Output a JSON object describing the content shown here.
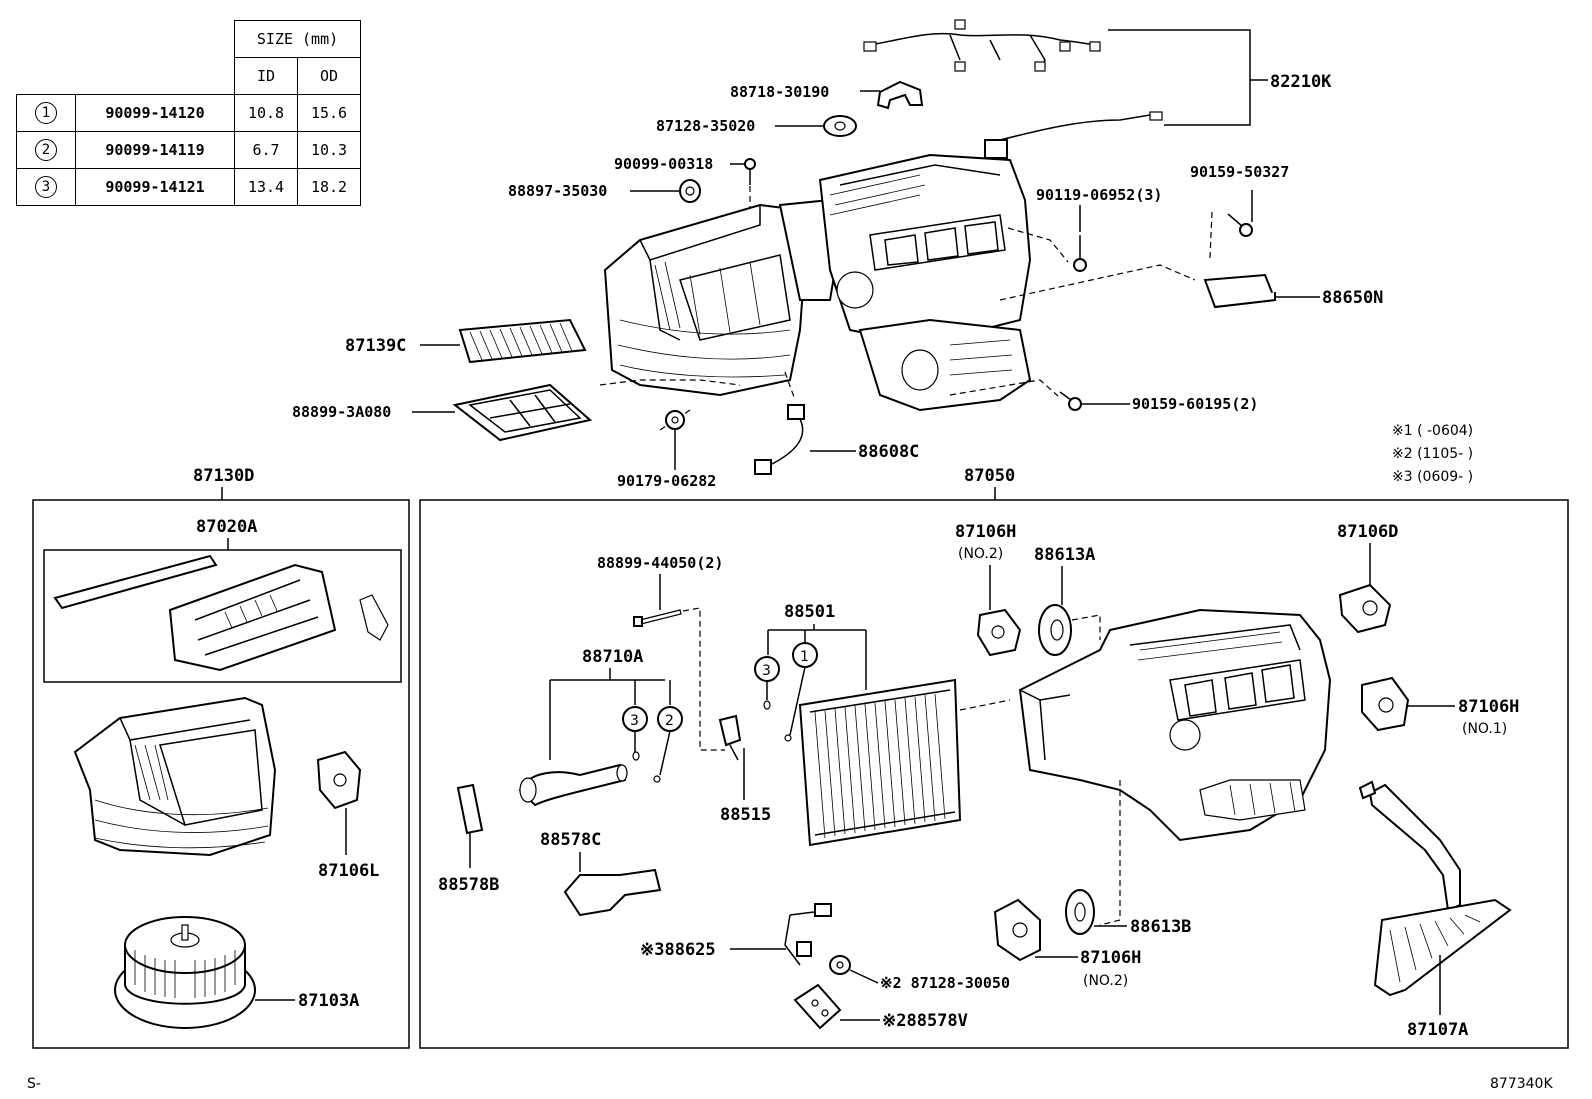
{
  "size_table": {
    "header_size": "SIZE (mm)",
    "header_id": "ID",
    "header_od": "OD",
    "rows": [
      {
        "idx": "1",
        "part": "90099-14120",
        "id": "10.8",
        "od": "15.6"
      },
      {
        "idx": "2",
        "part": "90099-14119",
        "id": "6.7",
        "od": "10.3"
      },
      {
        "idx": "3",
        "part": "90099-14121",
        "id": "13.4",
        "od": "18.2"
      }
    ]
  },
  "notes": {
    "n1": "※1 (     -0604)",
    "n2": "※2 (1105-     )",
    "n3": "※3 (0609-     )"
  },
  "footer": {
    "left": "S-",
    "right": "877340K"
  },
  "labels": {
    "p82210K": "82210K",
    "p88718_30190": "88718-30190",
    "p87128_35020": "87128-35020",
    "p90099_00318": "90099-00318",
    "p88897_35030": "88897-35030",
    "p90119_06952": "90119-06952(3)",
    "p90159_50327": "90159-50327",
    "p88650N": "88650N",
    "p87139C": "87139C",
    "p88899_3A080": "88899-3A080",
    "p90159_60195": "90159-60195(2)",
    "p88608C": "88608C",
    "p90179_06282": "90179-06282",
    "p87130D": "87130D",
    "p87020A": "87020A",
    "p87106L": "87106L",
    "p87103A": "87103A",
    "p87050": "87050",
    "p88899_44050": "88899-44050(2)",
    "p88501": "88501",
    "p87106H_top": "87106H",
    "no2_top": "(NO.2)",
    "p88613A": "88613A",
    "p87106D": "87106D",
    "p88710A": "88710A",
    "p87106H_right": "87106H",
    "no1_right": "(NO.1)",
    "p88515": "88515",
    "p88578C": "88578C",
    "p88578B": "88578B",
    "p88625": "※388625",
    "p88613B": "88613B",
    "p87106H_bottom": "87106H",
    "no2_bottom": "(NO.2)",
    "p87128_30050": "※2 87128-30050",
    "p88578V": "※288578V",
    "p87107A": "87107A",
    "c3a": "3",
    "c1a": "1",
    "c3b": "3",
    "c2b": "2"
  }
}
